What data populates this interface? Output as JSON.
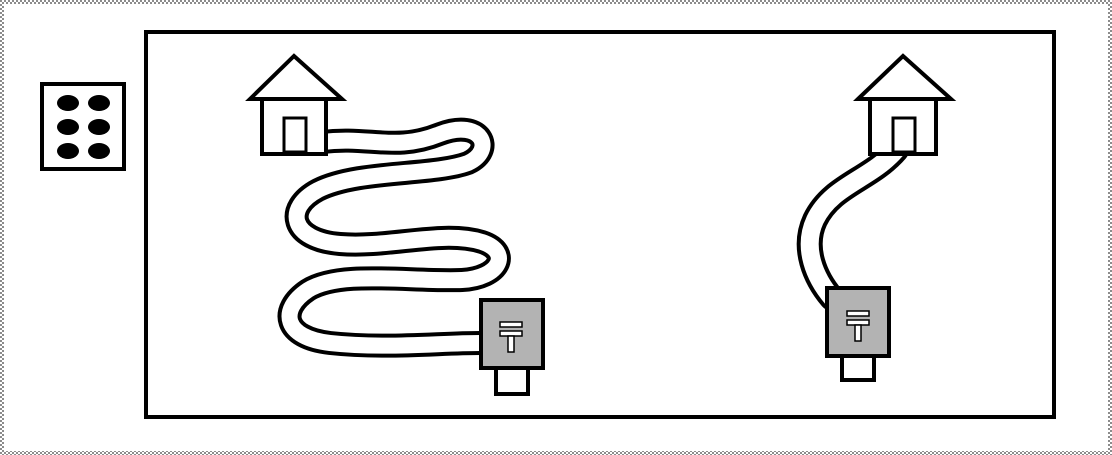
{
  "colors": {
    "background": "#ffffff",
    "ink": "#000000",
    "mailbox_fill": "#b3b3b3",
    "outer_border": "#8c8c8c"
  },
  "dice": {
    "icon": "die-six-icon",
    "pips": 6
  },
  "scenes": [
    {
      "id": "left",
      "path_style": "winding",
      "house_icon": "house-icon",
      "mailbox_icon": "mailbox-icon"
    },
    {
      "id": "right",
      "path_style": "short",
      "house_icon": "house-icon",
      "mailbox_icon": "mailbox-icon"
    }
  ]
}
